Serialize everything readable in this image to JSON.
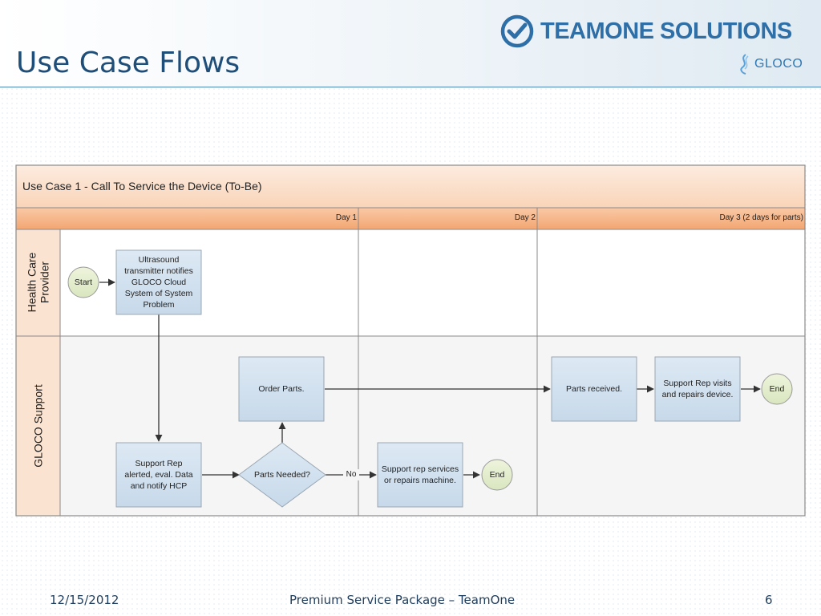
{
  "slide": {
    "title": "Use Case Flows",
    "brand": "TEAMONE SOLUTIONS",
    "sub_brand": "GLOCO",
    "brand_color": "#2e6fa7"
  },
  "diagram": {
    "title": "Use Case 1 - Call To Service the Device (To-Be)",
    "columns": [
      "Day 1",
      "Day 2",
      "Day 3 (2 days for parts)"
    ],
    "lanes": [
      "Health Care\nProvider",
      "GLOCO Support"
    ],
    "nodes": {
      "start": "Start",
      "ultrasound": "Ultrasound\ntransmitter notifies\nGLOCO Cloud\nSystem of System\nProblem",
      "support_alerted": "Support Rep\nalerted, eval. Data\nand notify HCP",
      "parts_needed": "Parts Needed?",
      "order_parts": "Order Parts.",
      "support_services": "Support rep services\nor repairs machine.",
      "end_1": "End",
      "parts_received": "Parts received.",
      "support_visits": "Support Rep visits\nand repairs device.",
      "end_2": "End"
    },
    "edge_labels": {
      "no": "No"
    },
    "colors": {
      "header_fill": "#fbe1cd",
      "column_fill": "#f6b183",
      "process_fill": "#d3e2f0",
      "terminal_fill": "#e6efd0",
      "lane_fill": "#fbe3d1"
    }
  },
  "footer": {
    "date": "12/15/2012",
    "center": "Premium Service Package – TeamOne",
    "page": "6"
  }
}
